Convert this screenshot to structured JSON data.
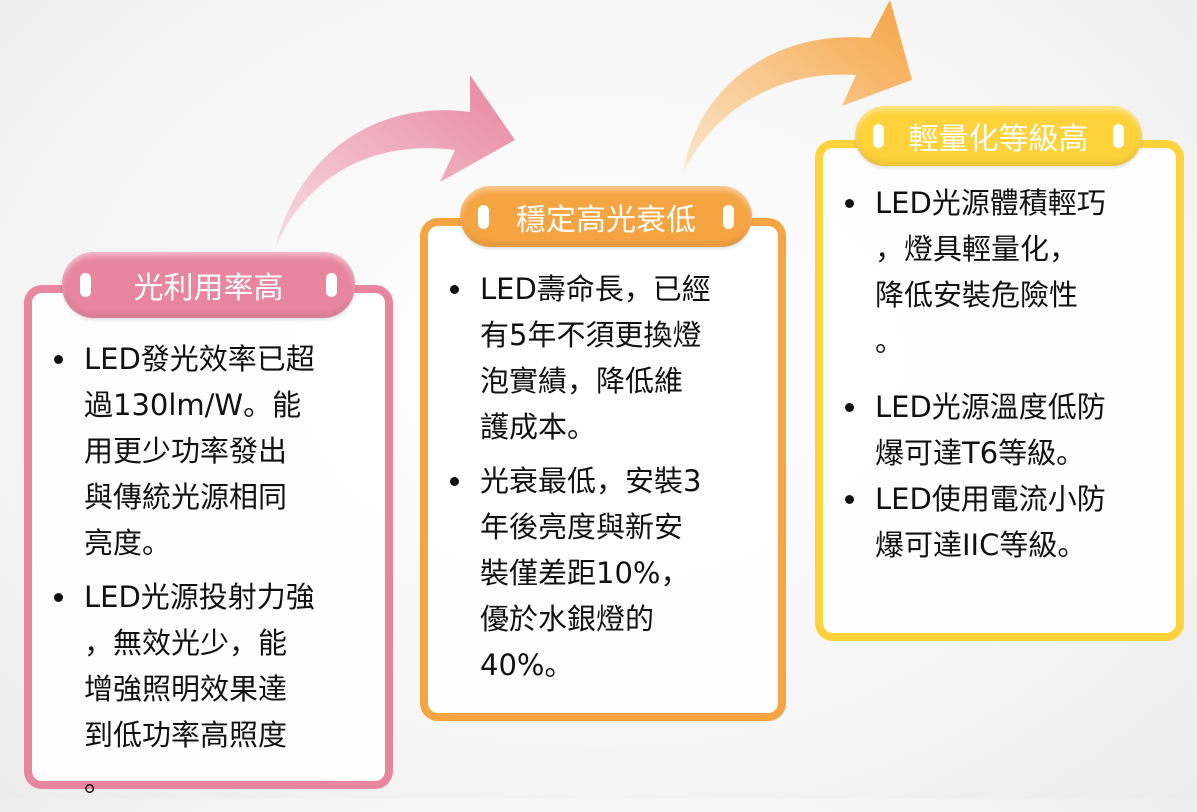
{
  "colors": {
    "pink": "#e8869f",
    "orange": "#f5a442",
    "yellow": "#fdd23a"
  },
  "cards": [
    {
      "title": "光利用率高",
      "bullets": [
        {
          "lines": [
            "LED發光效率已超",
            "過130lm/W。能",
            "用更少功率發出",
            "與傳統光源相同",
            "亮度。"
          ]
        },
        {
          "lines": [
            "LED光源投射力強",
            "，無效光少，能",
            "增強照明效果達",
            "到低功率高照度",
            "。"
          ]
        }
      ]
    },
    {
      "title": "穩定高光衰低",
      "bullets": [
        {
          "lines": [
            "LED壽命長，已經",
            "有5年不須更換燈",
            "泡實績，降低維",
            "護成本。"
          ]
        },
        {
          "lines": [
            "光衰最低，安裝3",
            "年後亮度與新安",
            "裝僅差距10%，",
            "優於水銀燈的",
            "40%。"
          ]
        }
      ]
    },
    {
      "title": "輕量化等級高",
      "bullets": [
        {
          "lines": [
            "LED光源體積輕巧",
            "，燈具輕量化，",
            "降低安裝危險性",
            "。"
          ]
        },
        {
          "lines": [
            "LED光源溫度低防",
            "爆可達T6等級。"
          ]
        },
        {
          "lines": [
            "LED使用電流小防",
            "爆可達IIC等級。"
          ]
        }
      ]
    }
  ]
}
